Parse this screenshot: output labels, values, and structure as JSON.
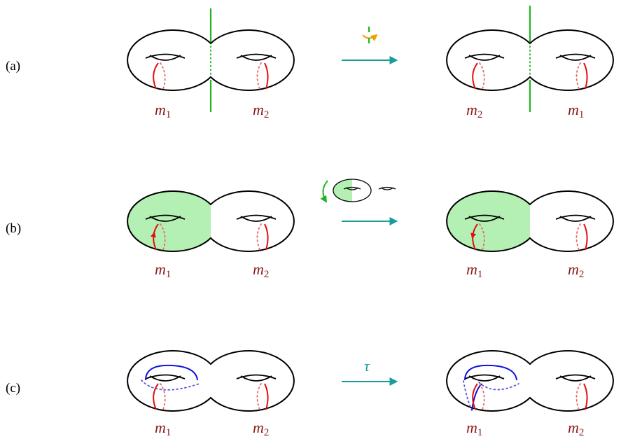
{
  "rows": [
    {
      "label": "(a)",
      "left_labels": [
        {
          "base": "m",
          "sub": "1"
        },
        {
          "base": "m",
          "sub": "2"
        }
      ],
      "right_labels": [
        {
          "base": "m",
          "sub": "2"
        },
        {
          "base": "m",
          "sub": "1"
        }
      ],
      "arrow_label": ""
    },
    {
      "label": "(b)",
      "left_labels": [
        {
          "base": "m",
          "sub": "1"
        },
        {
          "base": "m",
          "sub": "2"
        }
      ],
      "right_labels": [
        {
          "base": "m",
          "sub": "1"
        },
        {
          "base": "m",
          "sub": "2"
        }
      ],
      "arrow_label": ""
    },
    {
      "label": "(c)",
      "left_labels": [
        {
          "base": "m",
          "sub": "1"
        },
        {
          "base": "m",
          "sub": "2"
        }
      ],
      "right_labels": [
        {
          "base": "m",
          "sub": "1"
        },
        {
          "base": "m",
          "sub": "2"
        }
      ],
      "arrow_label": "τ"
    }
  ],
  "colors": {
    "meridian": "#e01010",
    "axis": "#22b422",
    "arrow": "#1a9c9c",
    "rotation_arrow": "#f0a000",
    "shade": "#b4efb4",
    "curve": "#1010e0",
    "label": "#8b1a1a"
  },
  "icons": [
    "rotation-axis-icon",
    "flip-rotation-icon"
  ]
}
